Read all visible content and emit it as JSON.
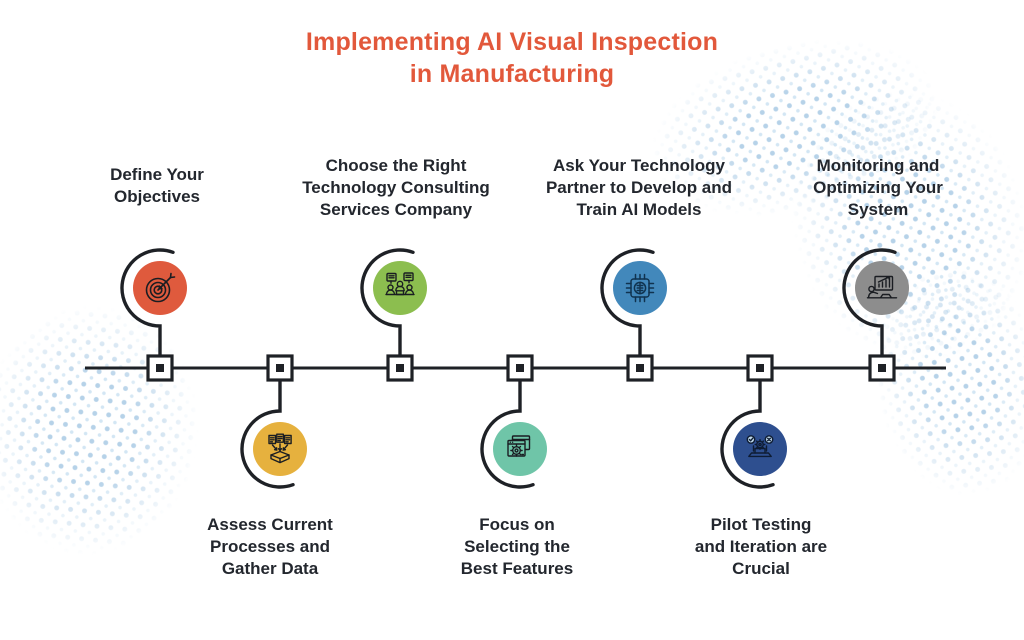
{
  "title": {
    "lines": [
      "Implementing AI Visual Inspection",
      "in Manufacturing"
    ],
    "color": "#E2583B"
  },
  "timeline": {
    "orientation": "horizontal",
    "node_count": 7,
    "line_color": "#1E2126"
  },
  "milestones": [
    {
      "step": 1,
      "side": "top",
      "color": "#DF5A3D",
      "icon": "target-dart-icon",
      "label": [
        "Define Your",
        "Objectives"
      ]
    },
    {
      "step": 2,
      "side": "bottom",
      "color": "#E6B13E",
      "icon": "documents-into-box-icon",
      "label": [
        "Assess Current",
        "Processes and",
        "Gather Data"
      ]
    },
    {
      "step": 3,
      "side": "top",
      "color": "#8CBE4F",
      "icon": "consulting-meeting-icon",
      "label": [
        "Choose the Right",
        "Technology Consulting",
        "Services Company"
      ]
    },
    {
      "step": 4,
      "side": "bottom",
      "color": "#6FC5A8",
      "icon": "browser-gear-icon",
      "label": [
        "Focus on",
        "Selecting the",
        "Best Features"
      ]
    },
    {
      "step": 5,
      "side": "top",
      "color": "#4288BB",
      "icon": "ai-chip-brain-icon",
      "label": [
        "Ask Your Technology",
        "Partner to Develop and",
        "Train AI Models"
      ]
    },
    {
      "step": 6,
      "side": "bottom",
      "color": "#2E4F8F",
      "icon": "laptop-testing-icon",
      "label": [
        "Pilot Testing",
        "and Iteration are",
        "Crucial"
      ]
    },
    {
      "step": 7,
      "side": "top",
      "color": "#8D8D8D",
      "icon": "monitor-analytics-icon",
      "label": [
        "Monitoring and",
        "Optimizing Your",
        "System"
      ]
    }
  ],
  "decoration": {
    "dot_color": "#A9CEE9"
  }
}
